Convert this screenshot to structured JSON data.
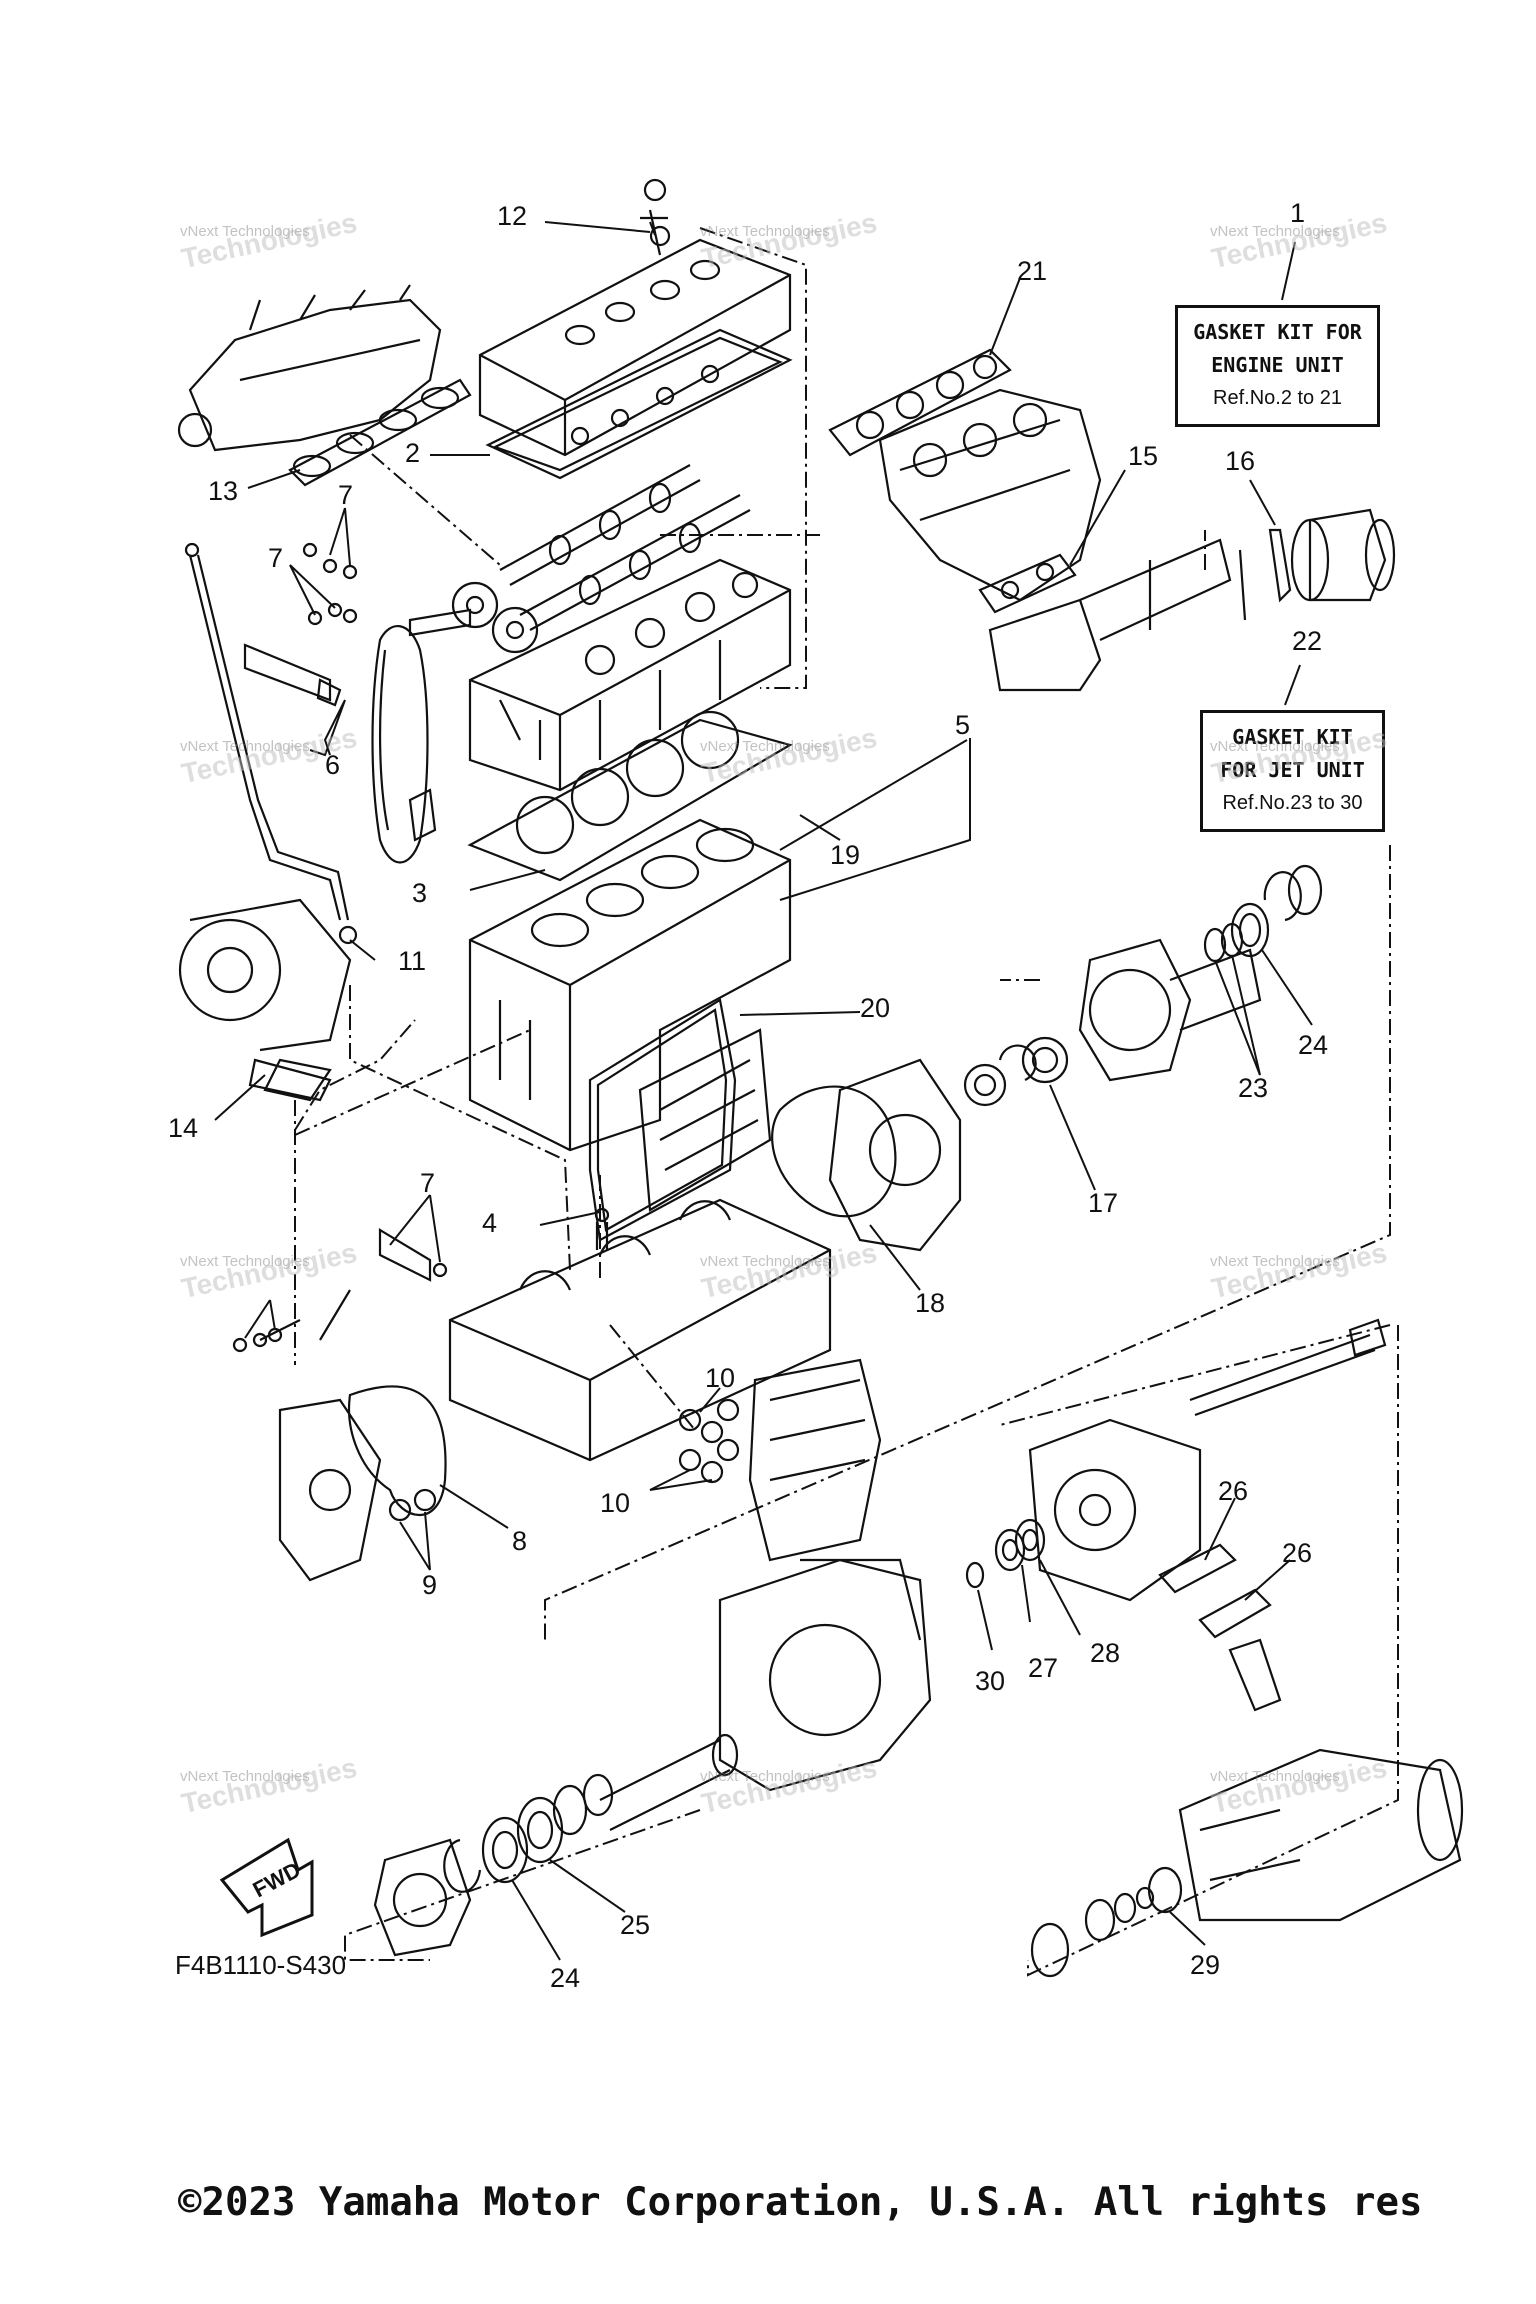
{
  "diagram": {
    "code": "F4B1110-S430",
    "copyright": "©2023 Yamaha Motor Corporation, U.S.A. All rights res",
    "fwd_label": "FWD"
  },
  "kits": {
    "engine": {
      "line1": "GASKET KIT FOR",
      "line2": "ENGINE UNIT",
      "ref": "Ref.No.2 to 21"
    },
    "jet": {
      "line1": "GASKET KIT",
      "line2": "FOR JET UNIT",
      "ref": "Ref.No.23 to 30"
    }
  },
  "watermark": {
    "line1": "vNext Technologies",
    "line2": "Technologies"
  },
  "parts": [
    {
      "id": "p1",
      "text": "1"
    },
    {
      "id": "p2",
      "text": "2"
    },
    {
      "id": "p3",
      "text": "3"
    },
    {
      "id": "p4",
      "text": "4"
    },
    {
      "id": "p5",
      "text": "5"
    },
    {
      "id": "p6",
      "text": "6"
    },
    {
      "id": "p7a",
      "text": "7"
    },
    {
      "id": "p7b",
      "text": "7"
    },
    {
      "id": "p7c",
      "text": "7"
    },
    {
      "id": "p8",
      "text": "8"
    },
    {
      "id": "p9",
      "text": "9"
    },
    {
      "id": "p10a",
      "text": "10"
    },
    {
      "id": "p10b",
      "text": "10"
    },
    {
      "id": "p11",
      "text": "11"
    },
    {
      "id": "p12",
      "text": "12"
    },
    {
      "id": "p13",
      "text": "13"
    },
    {
      "id": "p14",
      "text": "14"
    },
    {
      "id": "p15",
      "text": "15"
    },
    {
      "id": "p16",
      "text": "16"
    },
    {
      "id": "p17",
      "text": "17"
    },
    {
      "id": "p18",
      "text": "18"
    },
    {
      "id": "p19",
      "text": "19"
    },
    {
      "id": "p20",
      "text": "20"
    },
    {
      "id": "p21",
      "text": "21"
    },
    {
      "id": "p22",
      "text": "22"
    },
    {
      "id": "p23",
      "text": "23"
    },
    {
      "id": "p24a",
      "text": "24"
    },
    {
      "id": "p24b",
      "text": "24"
    },
    {
      "id": "p25",
      "text": "25"
    },
    {
      "id": "p26a",
      "text": "26"
    },
    {
      "id": "p26b",
      "text": "26"
    },
    {
      "id": "p27",
      "text": "27"
    },
    {
      "id": "p28",
      "text": "28"
    },
    {
      "id": "p29",
      "text": "29"
    },
    {
      "id": "p30",
      "text": "30"
    }
  ]
}
